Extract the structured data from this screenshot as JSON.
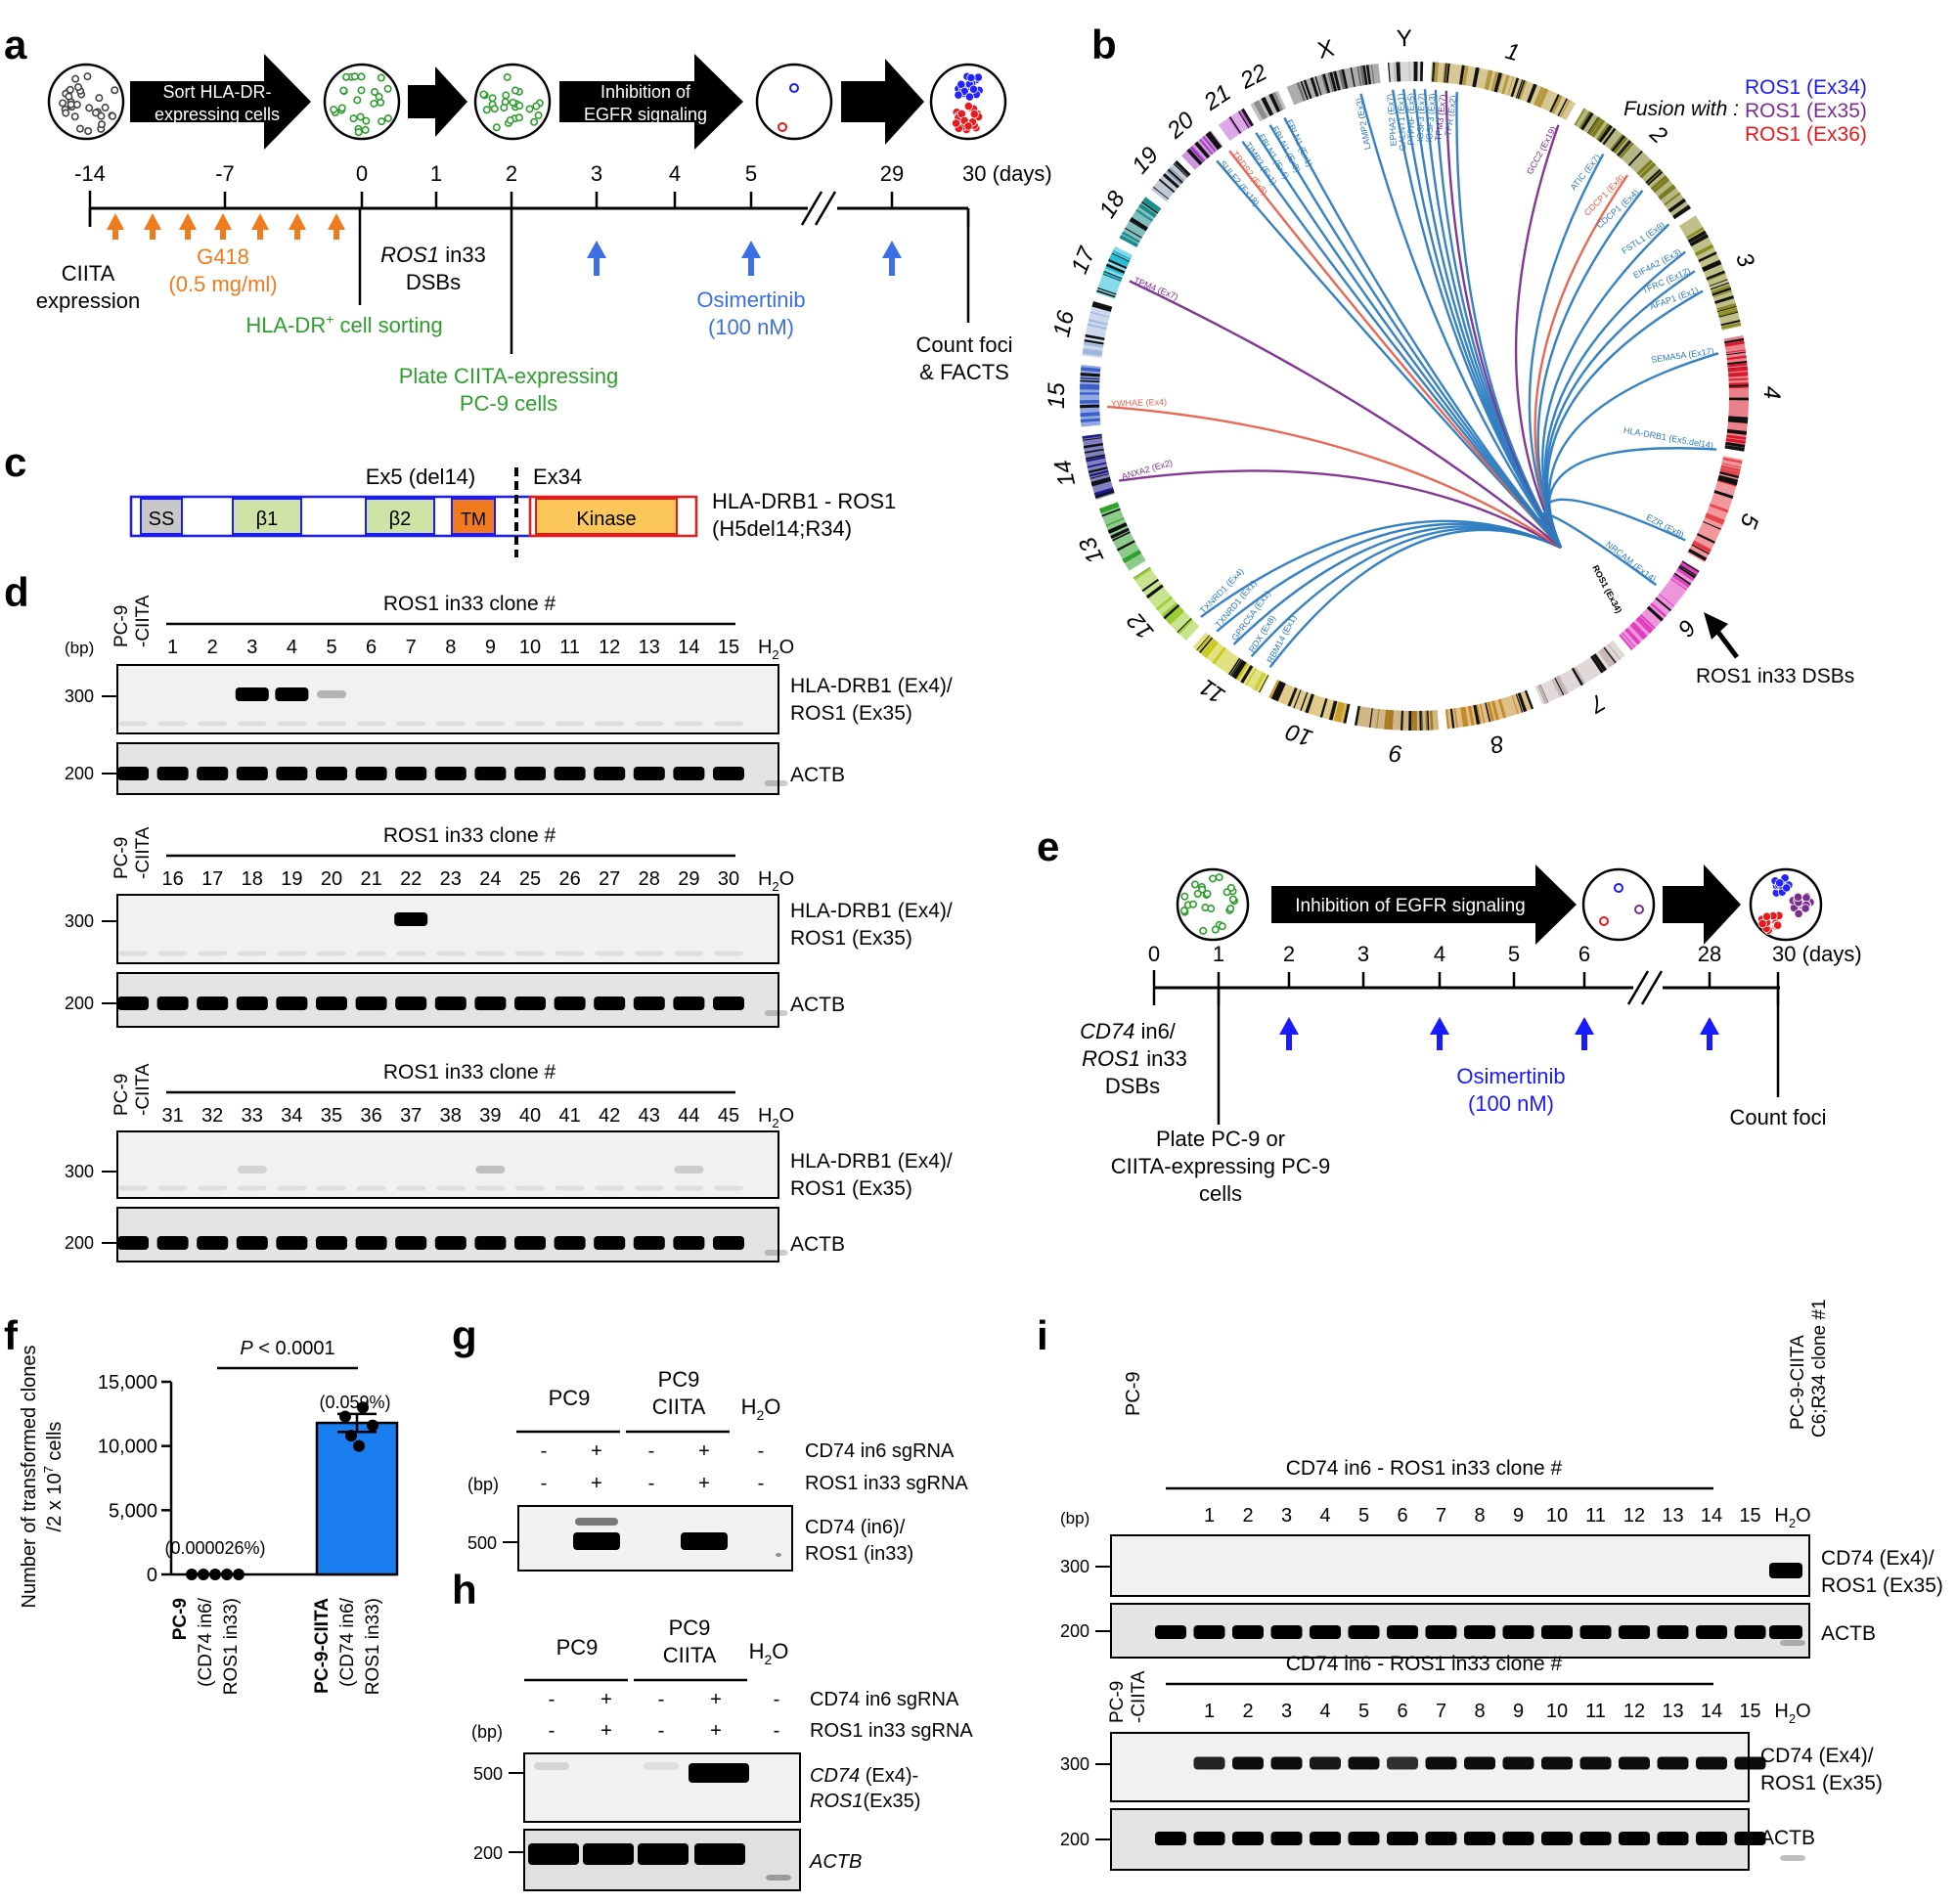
{
  "panel_letters": [
    "a",
    "b",
    "c",
    "d",
    "e",
    "f",
    "g",
    "h",
    "i"
  ],
  "a": {
    "arrow1": [
      "Sort HLA-DR-",
      "expressing cells"
    ],
    "arrow2": [
      "Inhibition of",
      "EGFR signaling"
    ],
    "ticks": [
      "-14",
      "-7",
      "0",
      "1",
      "2",
      "3",
      "4",
      "5",
      "29",
      "30 (days)"
    ],
    "ciita": [
      "CIITA",
      "expression"
    ],
    "g418": [
      "G418",
      "(0.5 mg/ml)"
    ],
    "ros1_dsb": [
      "ROS1",
      " in33",
      "DSBs"
    ],
    "sorting": [
      "HLA-DR",
      "+",
      " cell sorting"
    ],
    "plate": [
      "Plate CIITA-expressing",
      "PC-9 cells"
    ],
    "osim": [
      "Osimertinib",
      "(100 nM)"
    ],
    "count": [
      "Count foci",
      "& FACTS"
    ]
  },
  "b": {
    "fusion_label": "Fusion with :",
    "legend": [
      {
        "label": "ROS1 (Ex34)",
        "color": "#1a1aff"
      },
      {
        "label": "ROS1 (Ex35)",
        "color": "#7b2d8e"
      },
      {
        "label": "ROS1 (Ex36)",
        "color": "#e8181b"
      }
    ],
    "chromosomes": [
      "1",
      "2",
      "3",
      "4",
      "5",
      "6",
      "7",
      "8",
      "9",
      "10",
      "11",
      "12",
      "13",
      "14",
      "15",
      "16",
      "17",
      "18",
      "19",
      "20",
      "21",
      "22",
      "X",
      "Y"
    ],
    "partners": [
      {
        "label": "LAMP2 (Ex3)",
        "color": "#2c7bbf"
      },
      {
        "label": "EPHA2 (Ex7)",
        "color": "#2c7bbf"
      },
      {
        "label": "GALNT1 (Ex1)",
        "color": "#2c7bbf"
      },
      {
        "label": "PTPRF (Ex5)",
        "color": "#2c7bbf"
      },
      {
        "label": "IGSF3 (Ex7)",
        "color": "#2c7bbf"
      },
      {
        "label": "IGSF3 (Ex3)",
        "color": "#2c7bbf"
      },
      {
        "label": "TPM3 (Ex7)",
        "color": "#7b2d8e"
      },
      {
        "label": "TPR (Ex2)",
        "color": "#2c7bbf"
      },
      {
        "label": "GCC2 (Ex19)",
        "color": "#7b2d8e"
      },
      {
        "label": "ATIC (Ex7)",
        "color": "#2c7bbf"
      },
      {
        "label": "CDCP1 (Ex8)",
        "color": "#e8604c"
      },
      {
        "label": "CDCP1 (Ex4)",
        "color": "#2c7bbf"
      },
      {
        "label": "FSTL1 (Ex8)",
        "color": "#2c7bbf"
      },
      {
        "label": "EIF4A2 (Ex3)",
        "color": "#2c7bbf"
      },
      {
        "label": "TFRC (Ex12)",
        "color": "#2c7bbf"
      },
      {
        "label": "AFAP1 (Ex1)",
        "color": "#2c7bbf"
      },
      {
        "label": "SEMA5A (Ex17)",
        "color": "#2c7bbf"
      },
      {
        "label": "HLA-DRB1 (Ex5;del14)",
        "color": "#2c7bbf"
      },
      {
        "label": "EZR (Ex8)",
        "color": "#2c7bbf"
      },
      {
        "label": "NRCAM (Ex14)",
        "color": "#2c7bbf"
      },
      {
        "label": "RBM14 (Ex1)",
        "color": "#2c7bbf"
      },
      {
        "label": "RDX (Ex8)",
        "color": "#2c7bbf"
      },
      {
        "label": "GPRC5A (Ex1)",
        "color": "#2c7bbf"
      },
      {
        "label": "TXNRD1 (Ex1)",
        "color": "#2c7bbf"
      },
      {
        "label": "TXNRD1 (Ex4)",
        "color": "#2c7bbf"
      },
      {
        "label": "ANXA2 (Ex2)",
        "color": "#7b2d8e"
      },
      {
        "label": "YWHAE (Ex4)",
        "color": "#e8604c"
      },
      {
        "label": "TPM4 (Ex7)",
        "color": "#7b2d8e"
      },
      {
        "label": "SULF2 (Ex18)",
        "color": "#2c7bbf"
      },
      {
        "label": "TRDS2 (Ex5)",
        "color": "#e8604c"
      },
      {
        "label": "TIMP3 (Ex1)",
        "color": "#2c7bbf"
      },
      {
        "label": "FBLN1 (Ex4)",
        "color": "#2c7bbf"
      },
      {
        "label": "FBLN1 (Ex8)",
        "color": "#2c7bbf"
      },
      {
        "label": "FBLN1 (Ex1)",
        "color": "#2c7bbf"
      }
    ],
    "center_label": "ROS1 (Ex34)",
    "dsb_label": "ROS1 in33 DSBs"
  },
  "c": {
    "domains": [
      "SS",
      "β1",
      "β2",
      "TM",
      "Kinase"
    ],
    "ex5_label": "Ex5 (del14)",
    "ex34_label": "Ex34",
    "name": [
      "HLA-DRB1 - ROS1",
      "(H5del14;R34)"
    ]
  },
  "d": {
    "pc9": [
      "PC-9",
      "-CIITA"
    ],
    "clone_header": "ROS1 in33 clone #",
    "bp": "(bp)",
    "h2o": "H",
    "h2o_sub": "2",
    "h2o_end": "O",
    "lanes": [
      [
        "1",
        "2",
        "3",
        "4",
        "5",
        "6",
        "7",
        "8",
        "9",
        "10",
        "11",
        "12",
        "13",
        "14",
        "15"
      ],
      [
        "16",
        "17",
        "18",
        "19",
        "20",
        "21",
        "22",
        "23",
        "24",
        "25",
        "26",
        "27",
        "28",
        "29",
        "30"
      ],
      [
        "31",
        "32",
        "33",
        "34",
        "35",
        "36",
        "37",
        "38",
        "39",
        "40",
        "41",
        "42",
        "43",
        "44",
        "45"
      ]
    ],
    "fusion_label": [
      "HLA-DRB1 (Ex4)/",
      "ROS1 (Ex35)"
    ],
    "actb": "ACTB",
    "markers": [
      "300",
      "200"
    ]
  },
  "e": {
    "arrow": "Inhibition of EGFR signaling",
    "ticks": [
      "0",
      "1",
      "2",
      "3",
      "4",
      "5",
      "6",
      "28",
      "30 (days)"
    ],
    "dsb": [
      "CD74",
      " in6/",
      "ROS1",
      " in33",
      "DSBs"
    ],
    "plate": [
      "Plate PC-9 or",
      "CIITA-expressing PC-9",
      "cells"
    ],
    "osim": [
      "Osimertinib",
      "(100 nM)"
    ],
    "count": "Count foci"
  },
  "f": {
    "chart_data": {
      "type": "bar",
      "categories": [
        "PC-9 (CD74 in6/ ROS1 in33)",
        "PC-9-CIITA (CD74 in6/ ROS1 in33)"
      ],
      "values": [
        0,
        11800
      ],
      "error": [
        0,
        700
      ],
      "points": [
        [
          0,
          0,
          0,
          0,
          0
        ],
        [
          13000,
          12300,
          11600,
          10800,
          10000
        ]
      ],
      "ylabel": [
        "Number of transformed clones",
        "/2 x 10",
        "7",
        " cells"
      ],
      "yticks": [
        "0",
        "5,000",
        "10,000",
        "15,000"
      ],
      "ylim": [
        0,
        15000
      ],
      "pvalue": "P < 0.0001",
      "pct": [
        "(0.000026%)",
        "(0.059%)"
      ],
      "bar_color": "#1a7df0",
      "xlabel_lines": [
        [
          "PC-9",
          "(CD74 in6/",
          "ROS1 in33)"
        ],
        [
          "PC-9-CIITA",
          "(CD74 in6/",
          "ROS1 in33)"
        ]
      ]
    }
  },
  "g": {
    "groups": [
      "PC9",
      "PC9",
      "CIITA"
    ],
    "h2o": "H",
    "h2o_sub": "2",
    "h2o_end": "O",
    "sg_rows": [
      "CD74 in6 sgRNA",
      "ROS1 in33 sgRNA"
    ],
    "signs_row1": [
      "-",
      "+",
      "-",
      "+",
      "-"
    ],
    "signs_row2": [
      "-",
      "+",
      "-",
      "+",
      "-"
    ],
    "bp": "(bp)",
    "marker": "500",
    "band_label": [
      "CD74 (in6)/",
      "ROS1 (in33)"
    ]
  },
  "h": {
    "band_label": [
      "CD74",
      " (Ex4)-",
      "ROS1",
      "(Ex35)"
    ],
    "actb": "ACTB",
    "markers": [
      "500",
      "200"
    ]
  },
  "i": {
    "pc9": "PC-9",
    "pc9c": [
      "PC-9",
      "-CIITA"
    ],
    "clone_header": "CD74 in6 - ROS1 in33 clone #",
    "ctrl": [
      "PC-9-CIITA",
      "C6;R34 clone #1"
    ],
    "lanes": [
      "1",
      "2",
      "3",
      "4",
      "5",
      "6",
      "7",
      "8",
      "9",
      "10",
      "11",
      "12",
      "13",
      "14",
      "15"
    ],
    "band_label": [
      "CD74 (Ex4)/",
      "ROS1 (Ex35)"
    ],
    "actb": "ACTB",
    "markers": [
      "300",
      "200"
    ],
    "bp": "(bp)"
  }
}
